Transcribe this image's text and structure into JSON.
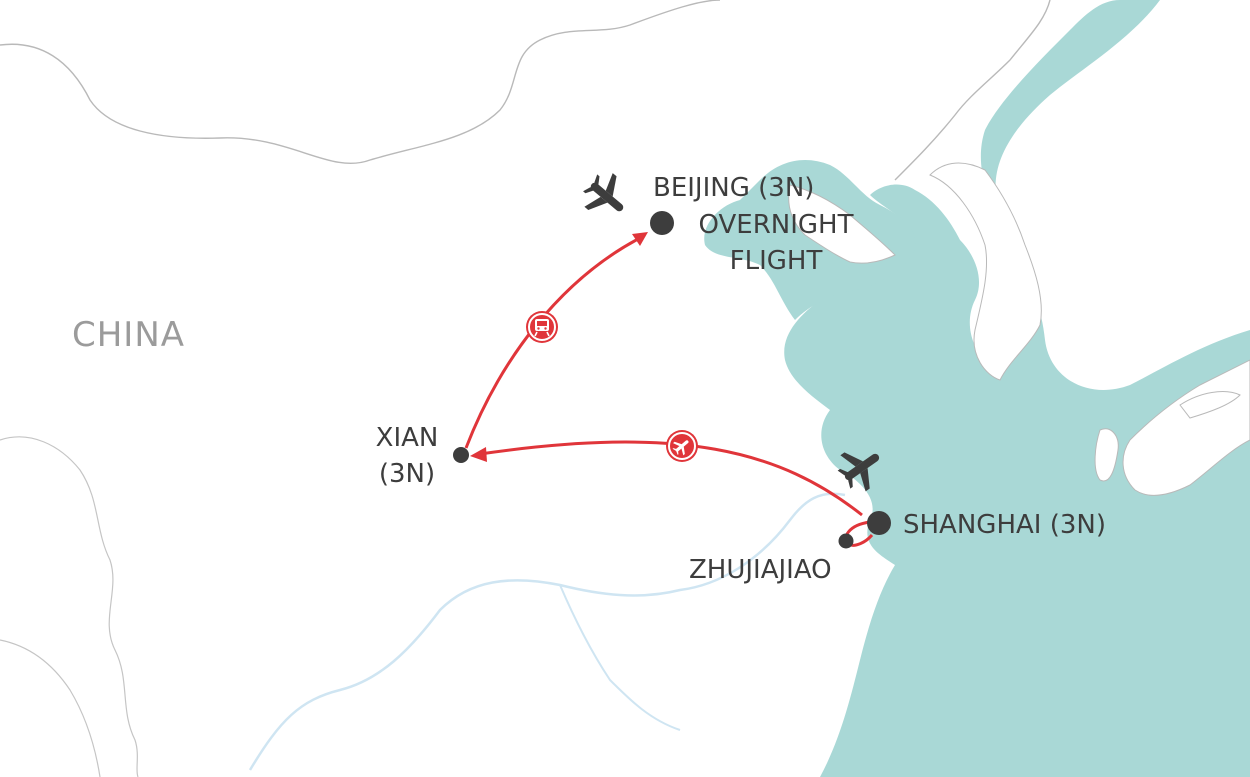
{
  "map": {
    "country_label": "CHINA",
    "colors": {
      "sea": "#a9d8d6",
      "land": "#ffffff",
      "border": "#b9b9b9",
      "river": "#cfe5f2",
      "route": "#e0353a",
      "marker": "#3d3d3d",
      "country_label": "#9b9b9b"
    },
    "cities": [
      {
        "id": "beijing",
        "name": "BEIJING (3N)",
        "note_line1": "OVERNIGHT",
        "note_line2": "FLIGHT",
        "marker": "large"
      },
      {
        "id": "xian",
        "name_line1": "XIAN",
        "name_line2": "(3N)",
        "marker": "small"
      },
      {
        "id": "shanghai",
        "name": "SHANGHAI (3N)",
        "marker": "large"
      },
      {
        "id": "zhujiajiao",
        "name": "ZHUJIAJIAO",
        "marker": "small"
      }
    ],
    "routes": [
      {
        "from": "xian",
        "to": "beijing",
        "mode": "train",
        "icon": "train-icon"
      },
      {
        "from": "shanghai",
        "to": "xian",
        "mode": "flight",
        "icon": "plane-icon"
      },
      {
        "from": "shanghai",
        "to": "zhujiajiao",
        "mode": "road",
        "icon": ""
      }
    ],
    "standalone_icons": [
      "airplane-icon",
      "airplane-icon"
    ]
  }
}
